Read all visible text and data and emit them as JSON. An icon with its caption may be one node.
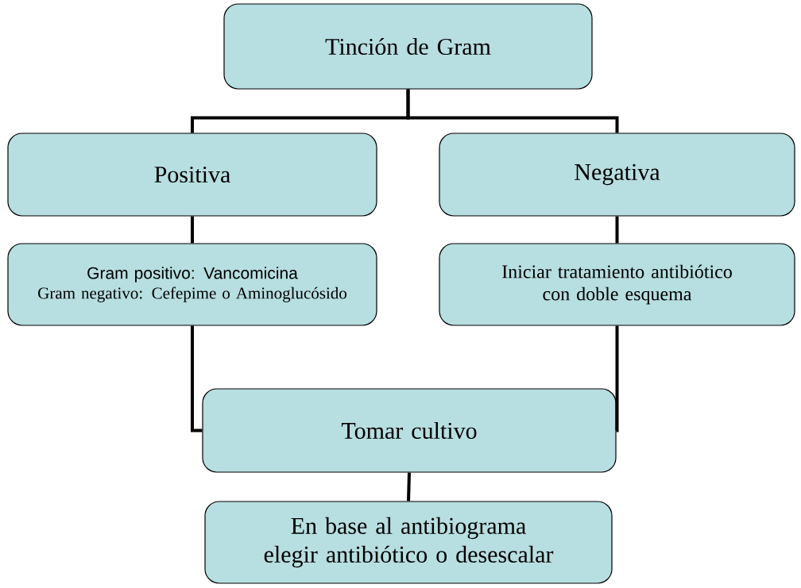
{
  "diagram": {
    "nodes": [
      {
        "text": [
          "Tinción de Gram"
        ]
      },
      {
        "text": [
          "Positiva"
        ]
      },
      {
        "text": [
          "Negativa"
        ]
      },
      {
        "text": [
          "Gram positivo: Vancomicina",
          "Gram negativo: Cefepime o Aminoglucósido"
        ]
      },
      {
        "text": [
          "Iniciar tratamiento antibiótico con doble esquema"
        ]
      },
      {
        "text": [
          "Tomar cultivo"
        ]
      },
      {
        "text": [
          "En base al antibiograma elegir antibiótico o desescalar"
        ]
      }
    ],
    "edges": [
      {
        "from": 0,
        "to": 1,
        "arrow": "none"
      },
      {
        "from": 0,
        "to": 2,
        "arrow": "none"
      },
      {
        "from": 1,
        "to": 3,
        "arrow": "none"
      },
      {
        "from": 2,
        "to": 4,
        "arrow": "none"
      },
      {
        "from": 3,
        "to": 5,
        "arrow": "none"
      },
      {
        "from": 4,
        "to": 5,
        "arrow": "none"
      },
      {
        "from": 5,
        "to": 6,
        "arrow": "none"
      }
    ]
  }
}
